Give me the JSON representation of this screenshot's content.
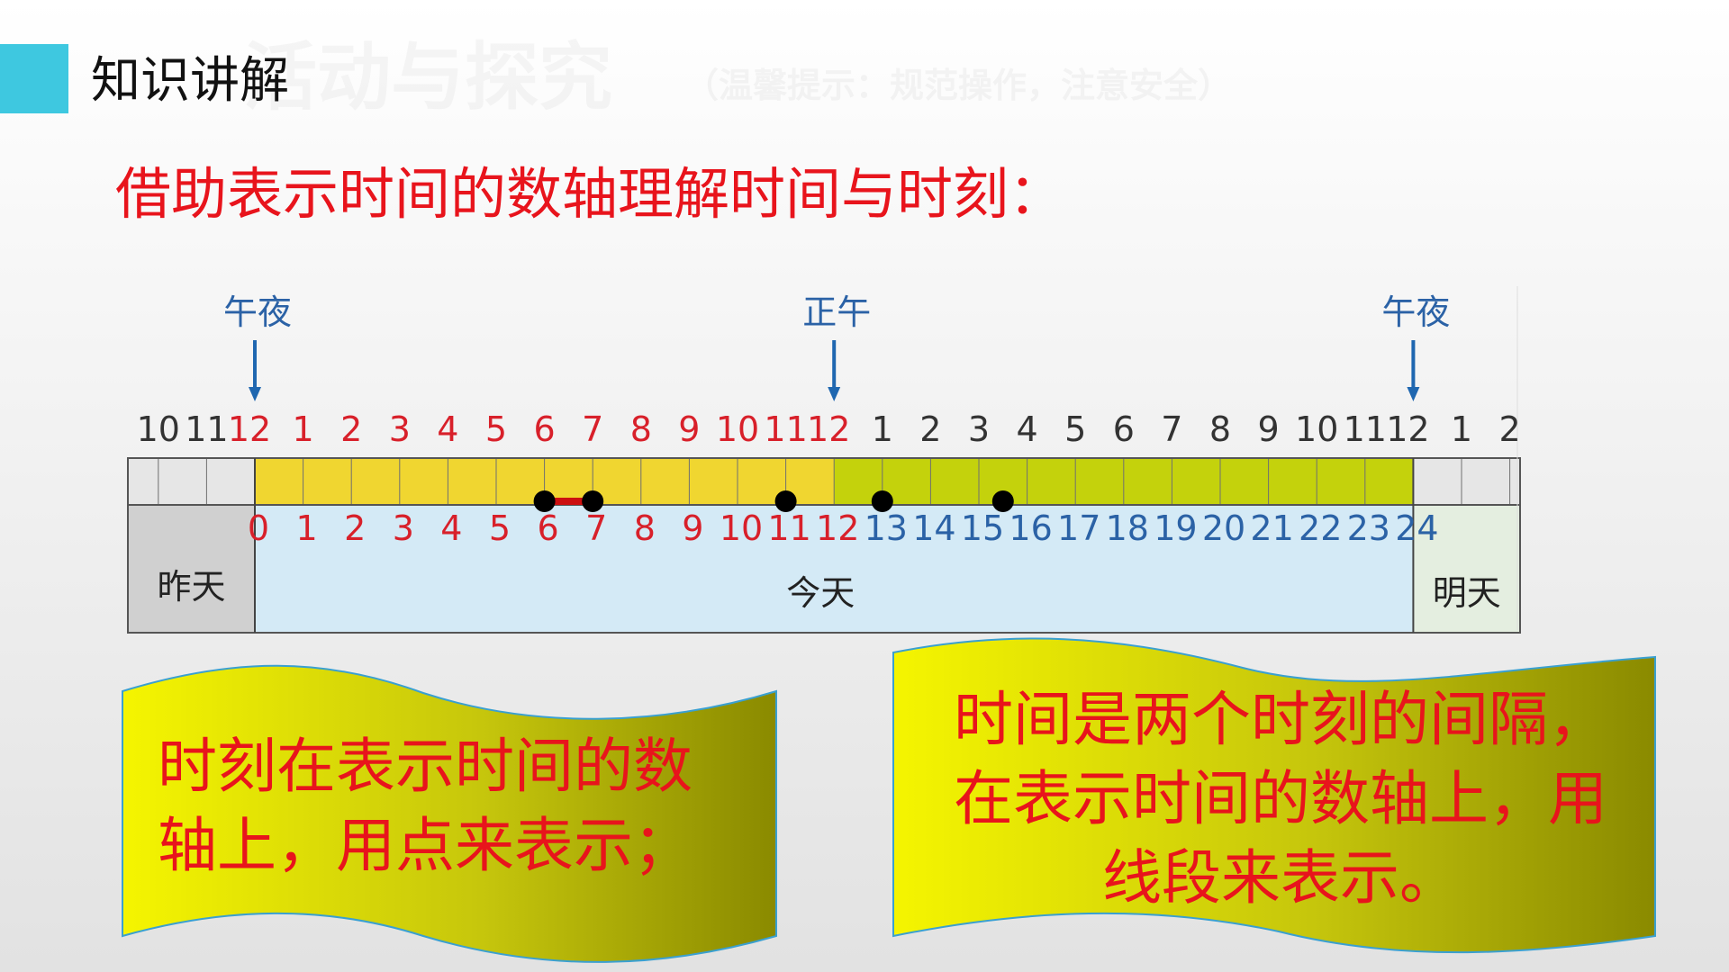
{
  "header": {
    "title": "知识讲解",
    "ghost_title": "活动与探究",
    "ghost_subtitle": "（温馨提示：规范操作，注意安全）"
  },
  "subtitle": "借助表示时间的数轴理解时间与时刻：",
  "diagram": {
    "markers": [
      {
        "label": "午夜",
        "hour": 0
      },
      {
        "label": "正午",
        "hour": 12
      },
      {
        "label": "午夜",
        "hour": 24
      }
    ],
    "clock_labels": [
      "10",
      "11",
      "12",
      "1",
      "2",
      "3",
      "4",
      "5",
      "6",
      "7",
      "8",
      "9",
      "10",
      "11",
      "12",
      "1",
      "2",
      "3",
      "4",
      "5",
      "6",
      "7",
      "8",
      "9",
      "10",
      "11",
      "12",
      "1",
      "2"
    ],
    "hour_labels": [
      "0",
      "1",
      "2",
      "3",
      "4",
      "5",
      "6",
      "7",
      "8",
      "9",
      "10",
      "11",
      "12",
      "13",
      "14",
      "15",
      "16",
      "17",
      "18",
      "19",
      "20",
      "21",
      "22",
      "23",
      "24"
    ],
    "day_labels": {
      "yesterday": "昨天",
      "today": "今天",
      "tomorrow": "明天"
    },
    "points": [
      6,
      7,
      11,
      13,
      15.5
    ],
    "segment": [
      6,
      7
    ],
    "colors": {
      "morning_fill": "#f0d630",
      "afternoon_fill": "#c4d20c",
      "other_fill": "#e6e6e6",
      "today_bg": "#d4eaf6",
      "past_bg": "#d0d0d0",
      "future_bg": "#e4eee0",
      "red_text": "#d8202a",
      "blue_text": "#2b62a6",
      "arrow": "#1f67b0",
      "segment": "#cc1010"
    }
  },
  "notes": [
    {
      "lines": [
        "时刻在表示时间的数",
        "轴上，用点来表示；"
      ]
    },
    {
      "lines": [
        "时间是两个时刻的间隔，",
        "在表示时间的数轴上，用",
        "线段来表示。"
      ]
    }
  ]
}
